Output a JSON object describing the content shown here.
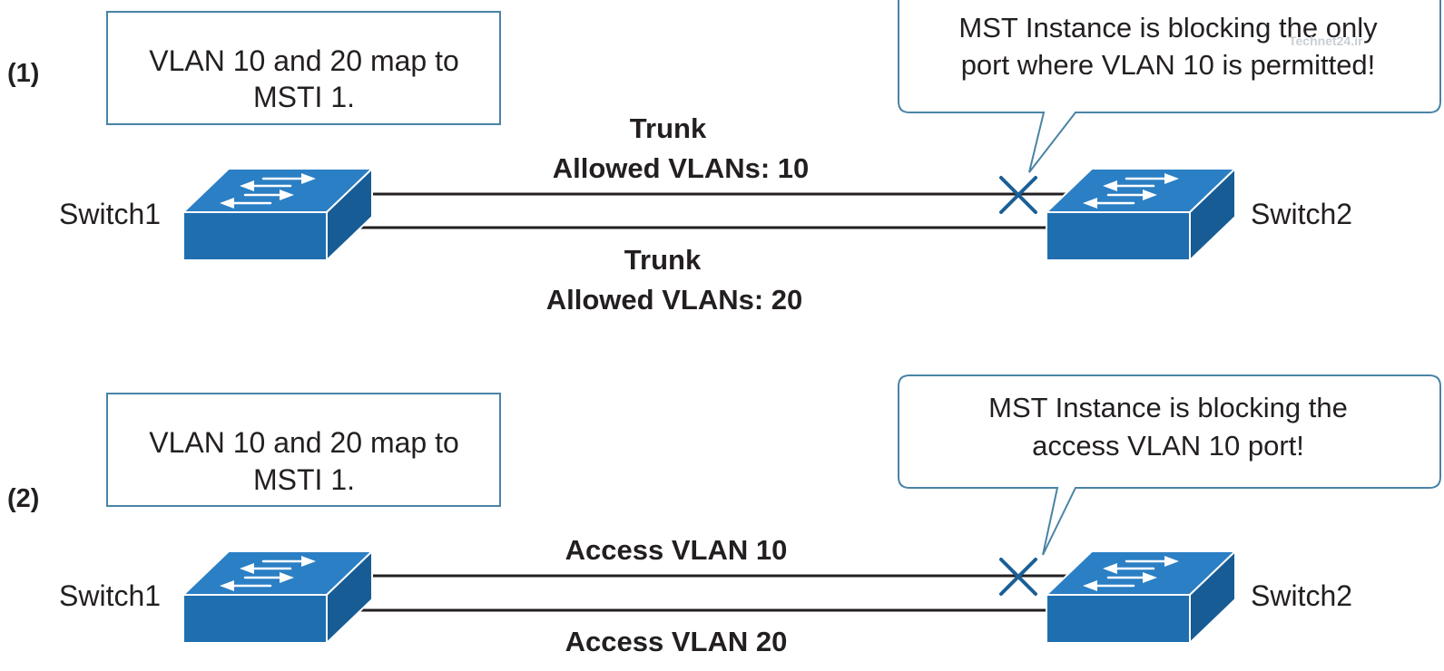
{
  "panels": [
    {
      "label": "(1)",
      "note": [
        "VLAN 10 and 20 map to",
        "MSTI 1."
      ],
      "callout": [
        "MST Instance is blocking the only",
        "port where VLAN 10 is permitted!"
      ],
      "left_switch": "Switch1",
      "right_switch": "Switch2",
      "link_top": [
        "Trunk",
        "Allowed VLANs: 10"
      ],
      "link_bottom": [
        "Trunk",
        "Allowed VLANs: 20"
      ],
      "blocked_link": "top"
    },
    {
      "label": "(2)",
      "note": [
        "VLAN 10 and 20 map to",
        "MSTI 1."
      ],
      "callout": [
        "MST Instance is blocking the",
        "access VLAN 10 port!"
      ],
      "left_switch": "Switch1",
      "right_switch": "Switch2",
      "link_top": [
        "Access VLAN 10"
      ],
      "link_bottom": [
        "Access VLAN 20"
      ],
      "blocked_link": "top"
    }
  ],
  "watermark": "Technet24.ir",
  "colors": {
    "switch_blue": "#1f6eb0",
    "box_border": "#4a83a6",
    "block_mark": "#1b5f95",
    "text": "#231f20"
  },
  "icons": {
    "switch": "layer2-switch-icon",
    "blocked_port": "x-mark-icon"
  }
}
